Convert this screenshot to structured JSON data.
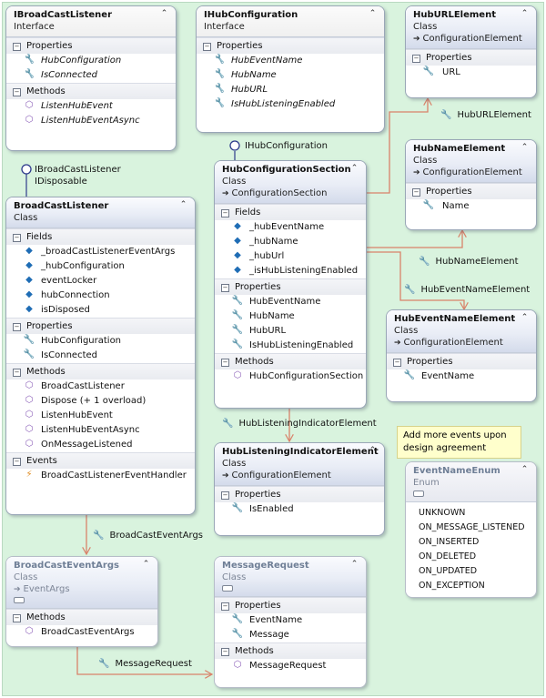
{
  "shapes": {
    "ibroadcastlistener": {
      "name": "IBroadCastListener",
      "type": "Interface",
      "sections": [
        {
          "title": "Properties",
          "members": [
            "HubConfiguration",
            "IsConnected"
          ]
        },
        {
          "title": "Methods",
          "members": [
            "ListenHubEvent",
            "ListenHubEventAsync"
          ]
        }
      ]
    },
    "ihubconfiguration": {
      "name": "IHubConfiguration",
      "type": "Interface",
      "sections": [
        {
          "title": "Properties",
          "members": [
            "HubEventName",
            "HubName",
            "HubURL",
            "IsHubListeningEnabled"
          ]
        }
      ]
    },
    "huburlelement": {
      "name": "HubURLElement",
      "type": "Class",
      "base": "ConfigurationElement",
      "sections": [
        {
          "title": "Properties",
          "members": [
            "URL"
          ]
        }
      ]
    },
    "hubconfigurationsection": {
      "name": "HubConfigurationSection",
      "type": "Class",
      "base": "ConfigurationSection",
      "sections": [
        {
          "title": "Fields",
          "members": [
            "_hubEventName",
            "_hubName",
            "_hubUrl",
            "_isHubListeningEnabled"
          ]
        },
        {
          "title": "Properties",
          "members": [
            "HubEventName",
            "HubName",
            "HubURL",
            "IsHubListeningEnabled"
          ]
        },
        {
          "title": "Methods",
          "members": [
            "HubConfigurationSection"
          ]
        }
      ]
    },
    "hubnameelement": {
      "name": "HubNameElement",
      "type": "Class",
      "base": "ConfigurationElement",
      "sections": [
        {
          "title": "Properties",
          "members": [
            "Name"
          ]
        }
      ]
    },
    "broadcastlistener": {
      "name": "BroadCastListener",
      "type": "Class",
      "sections": [
        {
          "title": "Fields",
          "members": [
            "_broadCastListenerEventArgs",
            "_hubConfiguration",
            "eventLocker",
            "hubConnection",
            "isDisposed"
          ]
        },
        {
          "title": "Properties",
          "members": [
            "HubConfiguration",
            "IsConnected"
          ]
        },
        {
          "title": "Methods",
          "members": [
            "BroadCastListener",
            "Dispose (+ 1 overload)",
            "ListenHubEvent",
            "ListenHubEventAsync",
            "OnMessageListened"
          ]
        },
        {
          "title": "Events",
          "members": [
            "BroadCastListenerEventHandler"
          ]
        }
      ]
    },
    "hubeventnameelement": {
      "name": "HubEventNameElement",
      "type": "Class",
      "base": "ConfigurationElement",
      "sections": [
        {
          "title": "Properties",
          "members": [
            "EventName"
          ]
        }
      ]
    },
    "hublisteningindicatorelement": {
      "name": "HubListeningIndicatorElement",
      "type": "Class",
      "base": "ConfigurationElement",
      "sections": [
        {
          "title": "Properties",
          "members": [
            "IsEnabled"
          ]
        }
      ]
    },
    "eventnameenum": {
      "name": "EventNameEnum",
      "type": "Enum",
      "values": [
        "UNKNOWN",
        "ON_MESSAGE_LISTENED",
        "ON_INSERTED",
        "ON_DELETED",
        "ON_UPDATED",
        "ON_EXCEPTION"
      ]
    },
    "broadcasteventargs": {
      "name": "BroadCastEventArgs",
      "type": "Class",
      "base": "EventArgs",
      "sections": [
        {
          "title": "Methods",
          "members": [
            "BroadCastEventArgs"
          ]
        }
      ]
    },
    "messagerequest": {
      "name": "MessageRequest",
      "type": "Class",
      "sections": [
        {
          "title": "Properties",
          "members": [
            "EventName",
            "Message"
          ]
        },
        {
          "title": "Methods",
          "members": [
            "MessageRequest"
          ]
        }
      ]
    }
  },
  "associations": {
    "huburlelement": "HubURLElement",
    "hubnameelement": "HubNameElement",
    "hubeventnameelement": "HubEventNameElement",
    "hublisteningindicatorelement": "HubListeningIndicatorElement",
    "broadcasteventargs": "BroadCastEventArgs",
    "messagerequest": "MessageRequest"
  },
  "lollipops": {
    "ihubconfiguration": "IHubConfiguration",
    "broadcastlistener_1": "IBroadCastListener",
    "broadcastlistener_2": "IDisposable"
  },
  "note": {
    "line1": "Add more events upon",
    "line2": "design agreement"
  },
  "icons": {
    "property": "wrench-icon",
    "field": "field-cube-icon",
    "method": "method-cube-icon",
    "event": "lightning-icon",
    "association": "wrench-icon",
    "inheritance": "inheritance-arrow-icon"
  },
  "colors": {
    "canvas": "#d9f3de",
    "connector": "#d9826a",
    "lollipop": "#2e3b8c",
    "note": "#ffffcc",
    "field_icon": "#1f6db5",
    "method_icon": "#8b5fb8",
    "event_icon": "#e08a1e"
  }
}
